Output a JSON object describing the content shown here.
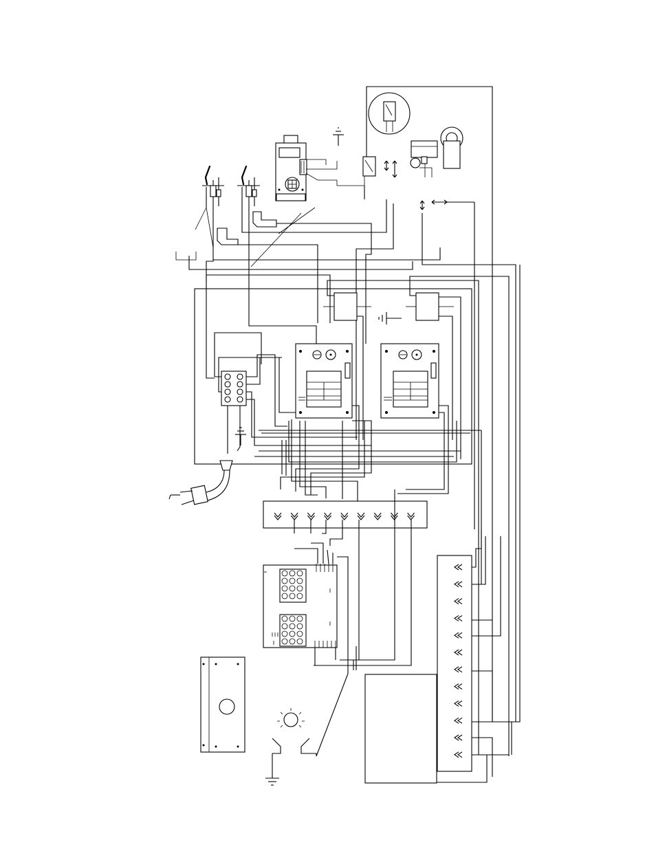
{
  "diagram": {
    "colors": {
      "line": "#000000",
      "background": "#ffffff"
    },
    "terminal_strip_a": {
      "connector_count": 9
    },
    "terminal_strip_b": {
      "connector_count": 12
    },
    "ignition_modules": {
      "count": 2
    },
    "pilot_assemblies": {
      "count": 2
    },
    "icons": [
      "plug-icon",
      "ground-icon",
      "lamp-icon",
      "pressure-switch-icon",
      "gas-valve-icon",
      "blower-motor-icon",
      "pilot-burner-icon"
    ]
  }
}
